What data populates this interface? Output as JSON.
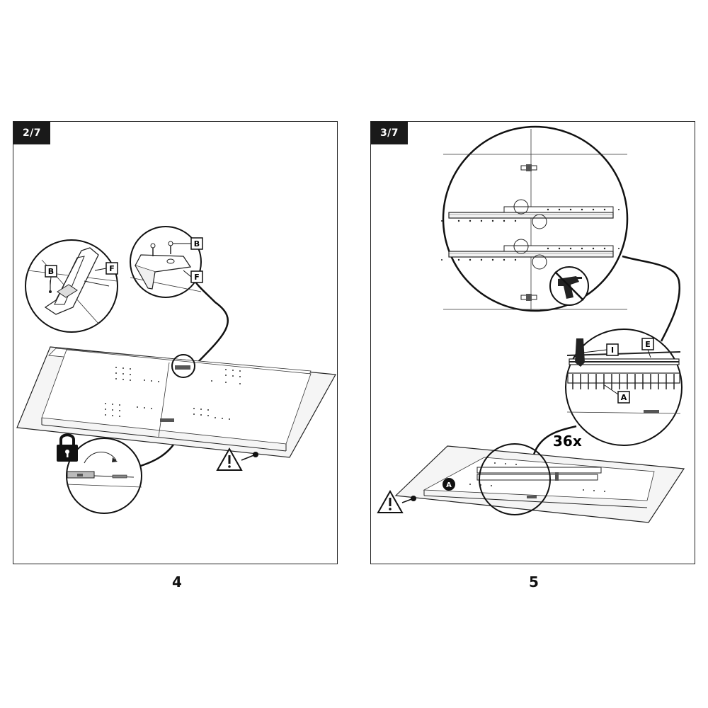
{
  "panels": [
    {
      "step_tag": "2/7",
      "page_number": "4",
      "callouts": {
        "b1": "B",
        "f1": "F",
        "b2": "B",
        "f2": "F"
      },
      "icons": [
        "lock-icon",
        "warning-icon"
      ]
    },
    {
      "step_tag": "3/7",
      "page_number": "5",
      "quantity": "36x",
      "callouts": {
        "i": "I",
        "e": "E",
        "a1": "A",
        "a2": "A"
      },
      "icons": [
        "no-drill-icon",
        "drill-icon",
        "warning-icon"
      ]
    }
  ]
}
